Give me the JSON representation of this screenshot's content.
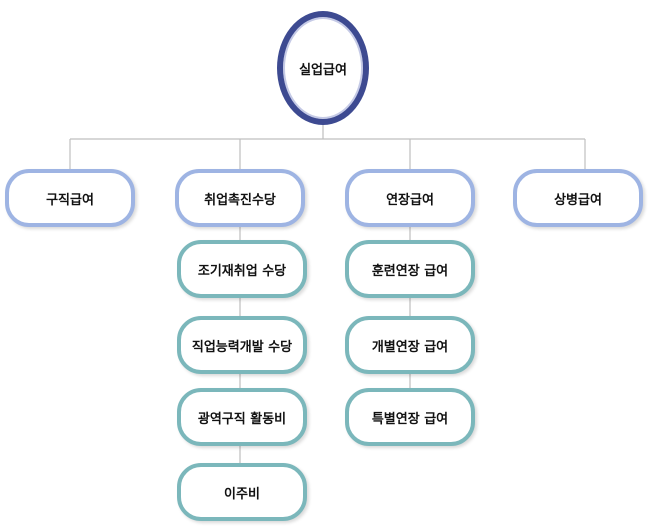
{
  "root": {
    "label": "실업급여"
  },
  "categories": [
    {
      "label": "구직급여",
      "children": []
    },
    {
      "label": "취업촉진수당",
      "children": [
        "조기재취업 수당",
        "직업능력개발 수당",
        "광역구직 활동비",
        "이주비"
      ]
    },
    {
      "label": "연장급여",
      "children": [
        "훈련연장 급여",
        "개별연장 급여",
        "특별연장 급여"
      ]
    },
    {
      "label": "상병급여",
      "children": []
    }
  ],
  "colors": {
    "root_border": "#3d4a91",
    "category_border": "#9eb4e3",
    "child_border": "#7bb7bb",
    "connector": "#bfbfbf"
  }
}
